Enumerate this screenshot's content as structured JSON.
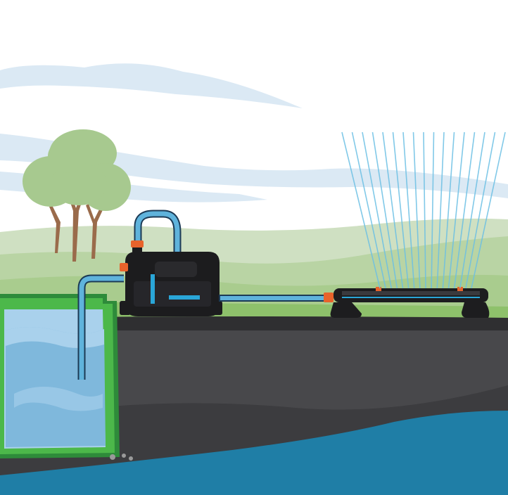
{
  "illustration": {
    "palette": {
      "sky_stripe": "#dbe9f4",
      "hill_far": "#cfe0c2",
      "hill_mid": "#b9d4a4",
      "hill_near": "#a9cc8e",
      "grass": "#8ec16b",
      "ground_top": "#2f2f31",
      "ground_body": "#48484b",
      "ground_deep": "#3c3c3f",
      "water_table": "#1f7ea6",
      "tank_green": "#4cb84a",
      "tank_dark_green": "#2e8b3a",
      "tank_water": "#7fb8dc",
      "tank_water_light": "#a9d1ec",
      "hose_blue": "#5fb3dc",
      "hose_outline": "#1c3a55",
      "pump_body": "#1c1c1e",
      "pump_accent": "#2aa6d8",
      "connector_orange": "#e8632b",
      "sprinkler_body": "#1d1d1f",
      "spray": "#6cc0e4",
      "tree_leaves": "#a7c98f",
      "tree_trunk": "#9a6b4b"
    },
    "components": [
      "rainwater-tank",
      "garden-pump",
      "inlet-hose",
      "outlet-hose",
      "oscillating-sprinkler",
      "water-spray",
      "tree"
    ]
  }
}
